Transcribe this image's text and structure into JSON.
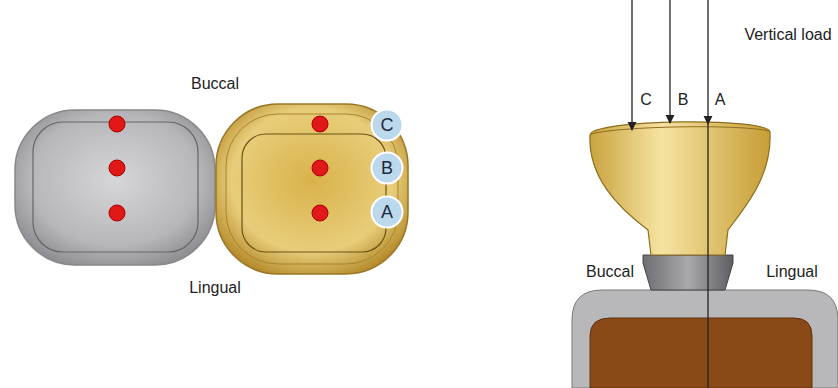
{
  "diagram": {
    "nodes": [
      {
        "text": [
          "C"
        ]
      },
      {
        "text": [
          "B"
        ]
      },
      {
        "text": [
          "A"
        ]
      }
    ],
    "labels": [
      "Buccal",
      "Lingual",
      "Vertical load",
      "C",
      "B",
      "A",
      "Buccal",
      "Lingual"
    ]
  }
}
